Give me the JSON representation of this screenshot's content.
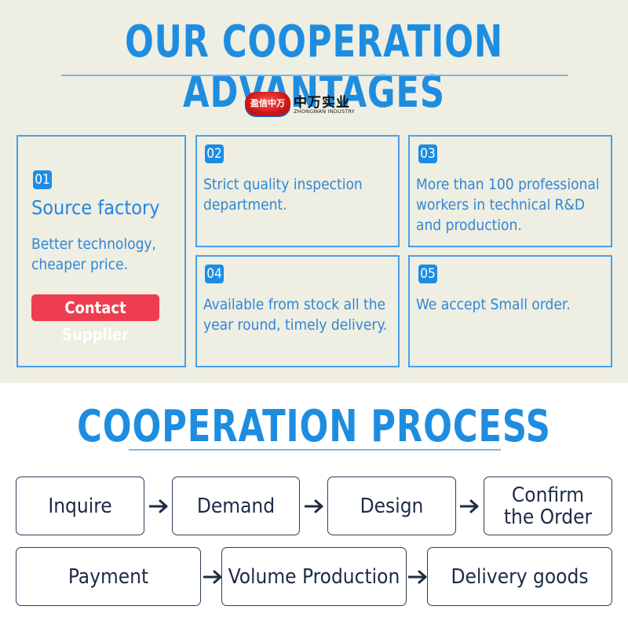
{
  "advantages": {
    "title": "OUR COOPERATION ADVANTAGES",
    "logo": {
      "badge_text": "盈信中万",
      "company_cn": "中万实业",
      "company_en": "ZHONGWAN INDUSTRY"
    },
    "cards": [
      {
        "number": "01",
        "heading": "Source factory",
        "lines": [
          "Better technology,",
          "cheaper price."
        ],
        "button_label": "Contact Supplier"
      },
      {
        "number": "02",
        "lines": [
          "Strict quality inspection",
          "department."
        ]
      },
      {
        "number": "03",
        "lines": [
          "More than 100 professional",
          "workers in technical R&D",
          "and production."
        ]
      },
      {
        "number": "04",
        "lines": [
          "Available from stock all the",
          "year round, timely delivery."
        ]
      },
      {
        "number": "05",
        "lines": [
          "We accept Small order."
        ]
      }
    ]
  },
  "process": {
    "title": "COOPERATION PROCESS",
    "steps_row1": [
      {
        "label": "Inquire"
      },
      {
        "label": "Demand"
      },
      {
        "label": "Design"
      },
      {
        "label": "Confirm the Order",
        "lines": [
          "Confirm",
          "the Order"
        ]
      }
    ],
    "steps_row2": [
      {
        "label": "Payment"
      },
      {
        "label": "Volume Production"
      },
      {
        "label": "Delivery goods"
      }
    ],
    "arrow_icon": "arrow-right-icon"
  },
  "colors": {
    "accent_blue": "#1e8de0",
    "contact_red": "#ee3d4f",
    "top_background": "#eeeee2",
    "step_border": "#2c3e58"
  }
}
